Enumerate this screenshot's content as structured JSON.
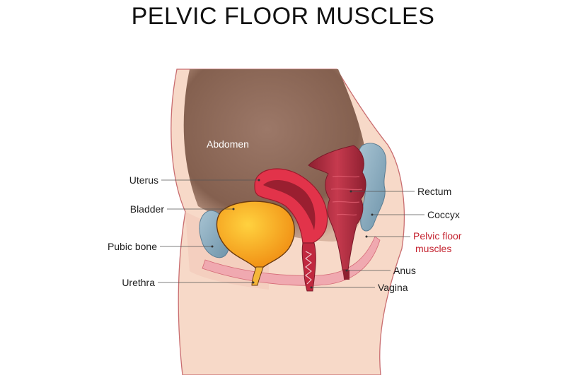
{
  "title": "PELVIC FLOOR MUSCLES",
  "labels": {
    "abdomen": "Abdomen",
    "uterus": "Uterus",
    "bladder": "Bladder",
    "pubic_bone": "Pubic bone",
    "urethra": "Urethra",
    "rectum": "Rectum",
    "coccyx": "Coccyx",
    "pelvic_floor_line1": "Pelvic floor",
    "pelvic_floor_line2": "muscles",
    "anus": "Anus",
    "vagina": "Vagina"
  },
  "colors": {
    "skin": "#f7d9c8",
    "skin_outline": "#c96d70",
    "abdomen_cavity": "#8f6a5a",
    "muscle_red": "#e2334a",
    "bladder_yellow": "#f5a623",
    "bone_blue": "#8fb1c4",
    "rectum_dark": "#a8263a",
    "pelvic_floor_pink": "#f0a9b0",
    "accent_label_red": "#c4222f"
  }
}
